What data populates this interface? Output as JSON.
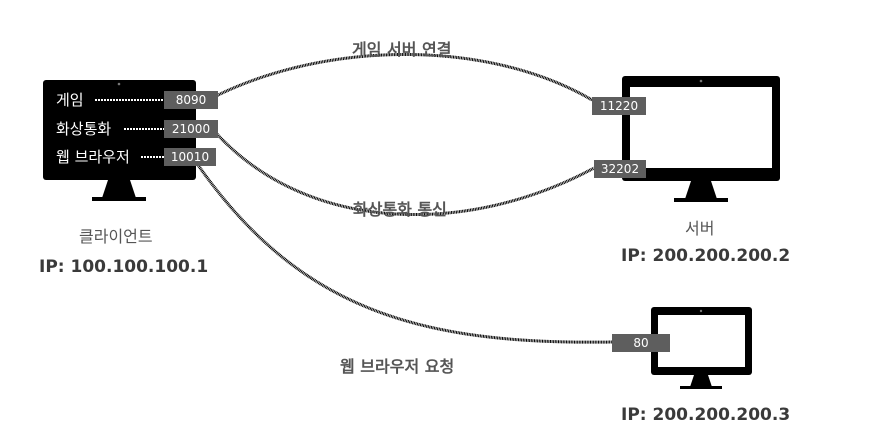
{
  "client": {
    "name": "클라이언트",
    "ip": "IP: 100.100.100.1",
    "apps": [
      {
        "label": "게임",
        "port": "8090"
      },
      {
        "label": "화상통화",
        "port": "21000"
      },
      {
        "label": "웹 브라우저",
        "port": "10010"
      }
    ]
  },
  "server": {
    "name": "서버",
    "ip": "IP: 200.200.200.2",
    "ports": [
      "11220",
      "32202"
    ]
  },
  "web_server": {
    "ip": "IP: 200.200.200.3",
    "port": "80"
  },
  "connections": {
    "game": "게임 서버 연결",
    "video": "화상통화 통신",
    "web": "웹 브라우저 요청"
  },
  "colors": {
    "port_bg": "#5e5e5e",
    "monitor": "#000000",
    "label_text": "#555555"
  }
}
